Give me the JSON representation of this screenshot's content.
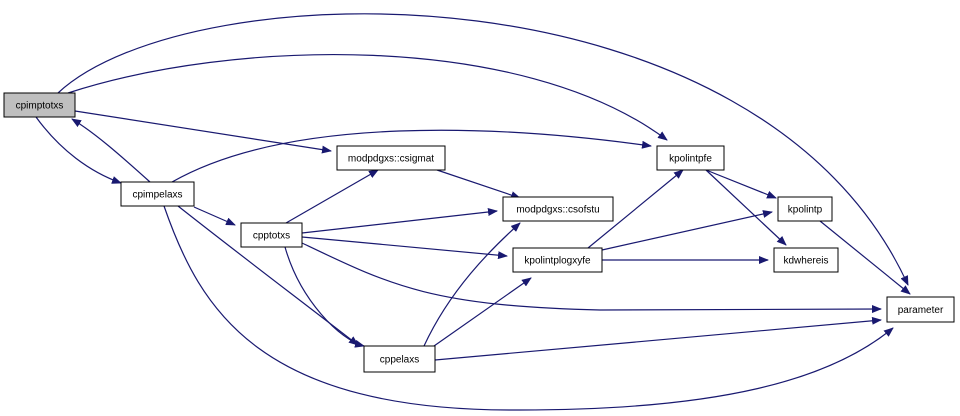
{
  "colors": {
    "edge": "#191970",
    "node_fill": "#ffffff",
    "node_highlight_fill": "#bfbfbf",
    "node_border": "#000000"
  },
  "nodes": [
    {
      "id": "cpimptotxs",
      "label": "cpimptotxs",
      "highlight": true
    },
    {
      "id": "cpimpelaxs",
      "label": "cpimpelaxs"
    },
    {
      "id": "cpptotxs",
      "label": "cpptotxs"
    },
    {
      "id": "cppelaxs",
      "label": "cppelaxs"
    },
    {
      "id": "csigmat",
      "label": "modpdgxs::csigmat"
    },
    {
      "id": "csofstu",
      "label": "modpdgxs::csofstu"
    },
    {
      "id": "kpolintplogxyfe",
      "label": "kpolintplogxyfe"
    },
    {
      "id": "kpolintpfe",
      "label": "kpolintpfe"
    },
    {
      "id": "kpolintp",
      "label": "kpolintp"
    },
    {
      "id": "kdwhereis",
      "label": "kdwhereis"
    },
    {
      "id": "parameter",
      "label": "parameter"
    }
  ],
  "edges": [
    [
      "cpimptotxs",
      "parameter"
    ],
    [
      "cpimptotxs",
      "kpolintpfe"
    ],
    [
      "cpimptotxs",
      "csigmat"
    ],
    [
      "cpimptotxs",
      "cpimpelaxs"
    ],
    [
      "cpimpelaxs",
      "cpimptotxs"
    ],
    [
      "cpimpelaxs",
      "kpolintpfe"
    ],
    [
      "cpimpelaxs",
      "cpptotxs"
    ],
    [
      "cpimpelaxs",
      "cppelaxs"
    ],
    [
      "cpimpelaxs",
      "parameter"
    ],
    [
      "cpptotxs",
      "csigmat"
    ],
    [
      "cpptotxs",
      "csofstu"
    ],
    [
      "cpptotxs",
      "kpolintplogxyfe"
    ],
    [
      "cpptotxs",
      "cppelaxs"
    ],
    [
      "cpptotxs",
      "parameter"
    ],
    [
      "cppelaxs",
      "csofstu"
    ],
    [
      "cppelaxs",
      "kpolintplogxyfe"
    ],
    [
      "cppelaxs",
      "parameter"
    ],
    [
      "csigmat",
      "csofstu"
    ],
    [
      "kpolintplogxyfe",
      "kpolintpfe"
    ],
    [
      "kpolintplogxyfe",
      "kpolintp"
    ],
    [
      "kpolintplogxyfe",
      "kdwhereis"
    ],
    [
      "kpolintpfe",
      "kpolintp"
    ],
    [
      "kpolintpfe",
      "kdwhereis"
    ],
    [
      "kpolintp",
      "parameter"
    ]
  ]
}
